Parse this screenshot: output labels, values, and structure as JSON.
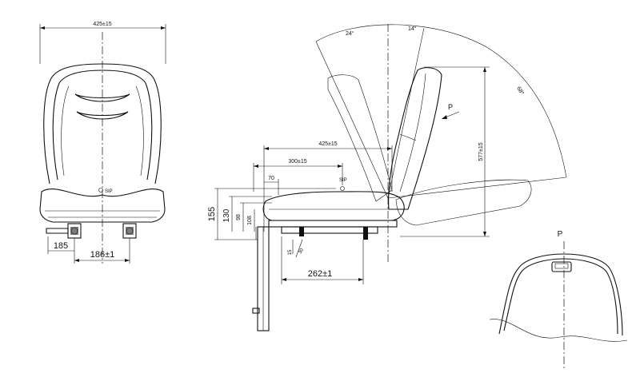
{
  "front_view": {
    "width_dim": "425±15",
    "sip_label": "SIP",
    "offset_dim": "185",
    "rail_dim": "186±1"
  },
  "side_view": {
    "angle_back": "24°",
    "angle_fwd": "14°",
    "angle_arc": "68°",
    "direction_label": "P",
    "overall_width": "425±15",
    "seat_depth": "300±15",
    "setback": "70",
    "sip_label": "SIP",
    "height_total": "155",
    "height_130": "130",
    "height_98": "98",
    "height_108": "108",
    "back_height": "577±15",
    "hole_15": "15",
    "hole_30": "30",
    "mount_dim": "262±1"
  },
  "detail_view": {
    "label": "P"
  }
}
